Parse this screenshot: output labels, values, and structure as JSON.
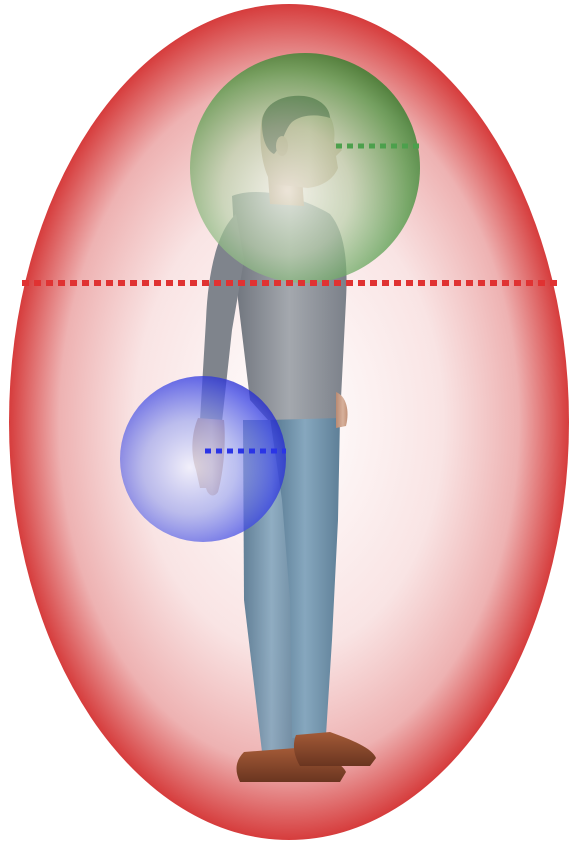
{
  "figure": {
    "colors": {
      "body_space": "#d63c3c",
      "head_space": "#2f8a2f",
      "hand_space": "#1e28d6",
      "sweater": "#8a8f98",
      "jeans": "#6f93ad",
      "skin": "#c99f86",
      "hair": "#2b2420",
      "shoes": "#8a4a2e",
      "background": "#ffffff"
    },
    "icons": {
      "body_space": "red-ellipsoid",
      "head_space": "green-sphere",
      "hand_space": "blue-sphere",
      "person": "standing-man-side-view"
    }
  }
}
